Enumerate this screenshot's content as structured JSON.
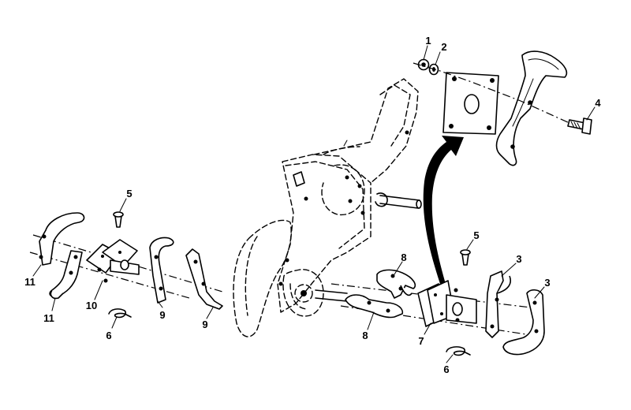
{
  "diagram": {
    "callouts": {
      "c1": "1",
      "c2": "2",
      "c3a": "3",
      "c3b": "3",
      "c4": "4",
      "c5a": "5",
      "c5b": "5",
      "c6a": "6",
      "c6b": "6",
      "c7": "7",
      "c8a": "8",
      "c8b": "8",
      "c9a": "9",
      "c9b": "9",
      "c10": "10",
      "c11a": "11",
      "c11b": "11"
    }
  }
}
